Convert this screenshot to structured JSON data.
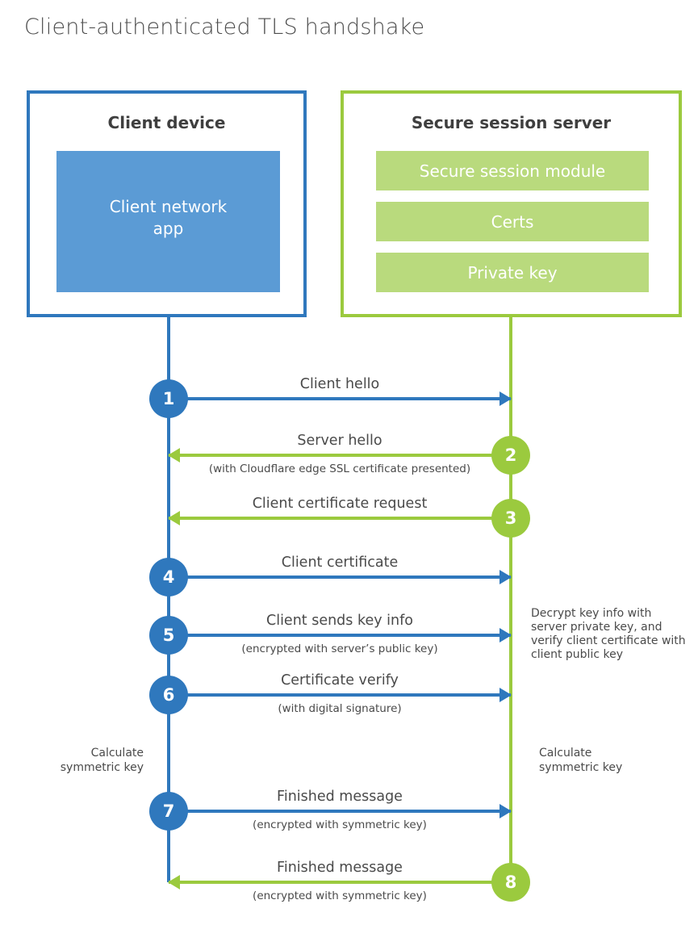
{
  "title": "Client-authenticated TLS handshake",
  "colors": {
    "blue": "#2f78bd",
    "blue_light": "#5b9bd5",
    "green": "#9bca3e",
    "green_light": "#b9da7d",
    "text_dark": "#3f3f3f",
    "text_gray": "#4a4a4a"
  },
  "client": {
    "title": "Client device",
    "app_label": "Client network app"
  },
  "server": {
    "title": "Secure session server",
    "modules": [
      "Secure session module",
      "Certs",
      "Private key"
    ]
  },
  "steps": [
    {
      "number": "1",
      "label": "Client hello",
      "sub": "",
      "direction": "client-to-server"
    },
    {
      "number": "2",
      "label": "Server hello",
      "sub": "(with Cloudflare edge SSL certificate presented)",
      "direction": "server-to-client"
    },
    {
      "number": "3",
      "label": "Client certificate request",
      "sub": "",
      "direction": "server-to-client"
    },
    {
      "number": "4",
      "label": "Client certificate",
      "sub": "",
      "direction": "client-to-server"
    },
    {
      "number": "5",
      "label": "Client sends key info",
      "sub": "(encrypted with server’s public key)",
      "direction": "client-to-server"
    },
    {
      "number": "6",
      "label": "Certificate verify",
      "sub": "(with digital signature)",
      "direction": "client-to-server"
    },
    {
      "number": "7",
      "label": "Finished message",
      "sub": "(encrypted with symmetric key)",
      "direction": "client-to-server"
    },
    {
      "number": "8",
      "label": "Finished message",
      "sub": "(encrypted with symmetric key)",
      "direction": "server-to-client"
    }
  ],
  "annotations": {
    "left_calc": "Calculate symmetric key",
    "right_calc": "Calculate symmetric key",
    "decrypt_note": "Decrypt key info with server private key, and verify client certificate with client public key"
  }
}
